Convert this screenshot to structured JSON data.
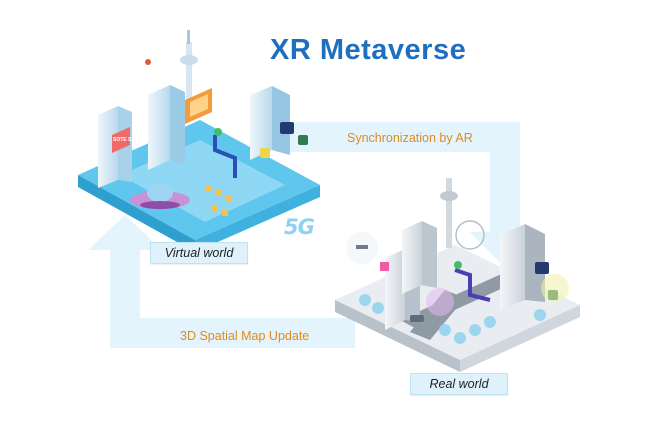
{
  "title": "XR Metaverse",
  "labels": {
    "sync": "Synchronization by AR",
    "spatial_update": "3D Spatial Map Update",
    "virtual_world": "Virtual world",
    "real_world": "Real world",
    "network": "5G"
  },
  "signs": {
    "sale": "SOTE SALE"
  },
  "colors": {
    "title": "#1f6fc1",
    "arrow": "#e4f4fc",
    "accent_orange": "#e08a1e",
    "virtual_ground": "#5fc6ee",
    "real_ground": "#e9edf1"
  }
}
